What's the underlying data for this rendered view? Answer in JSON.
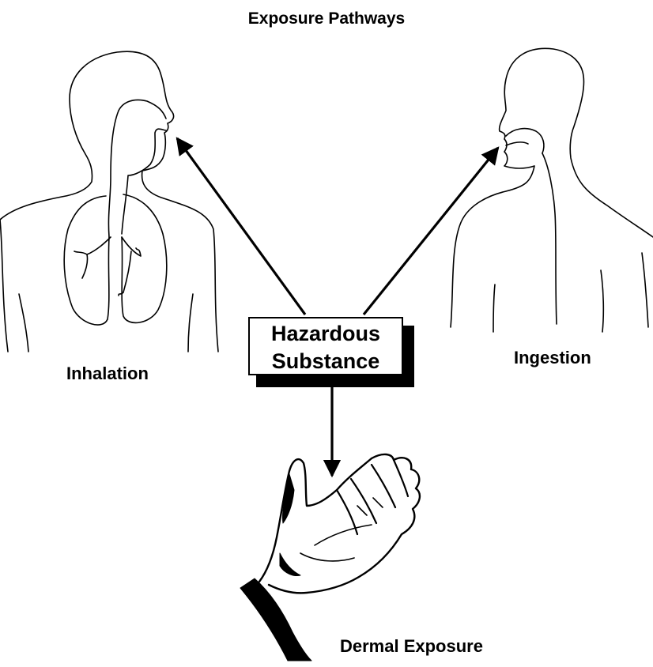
{
  "diagram": {
    "title": "Exposure Pathways",
    "center_box": {
      "line1": "Hazardous",
      "line2": "Substance"
    },
    "pathways": {
      "inhalation": "Inhalation",
      "ingestion": "Ingestion",
      "dermal": "Dermal Exposure"
    }
  },
  "colors": {
    "stroke": "#000000",
    "background": "#ffffff"
  }
}
